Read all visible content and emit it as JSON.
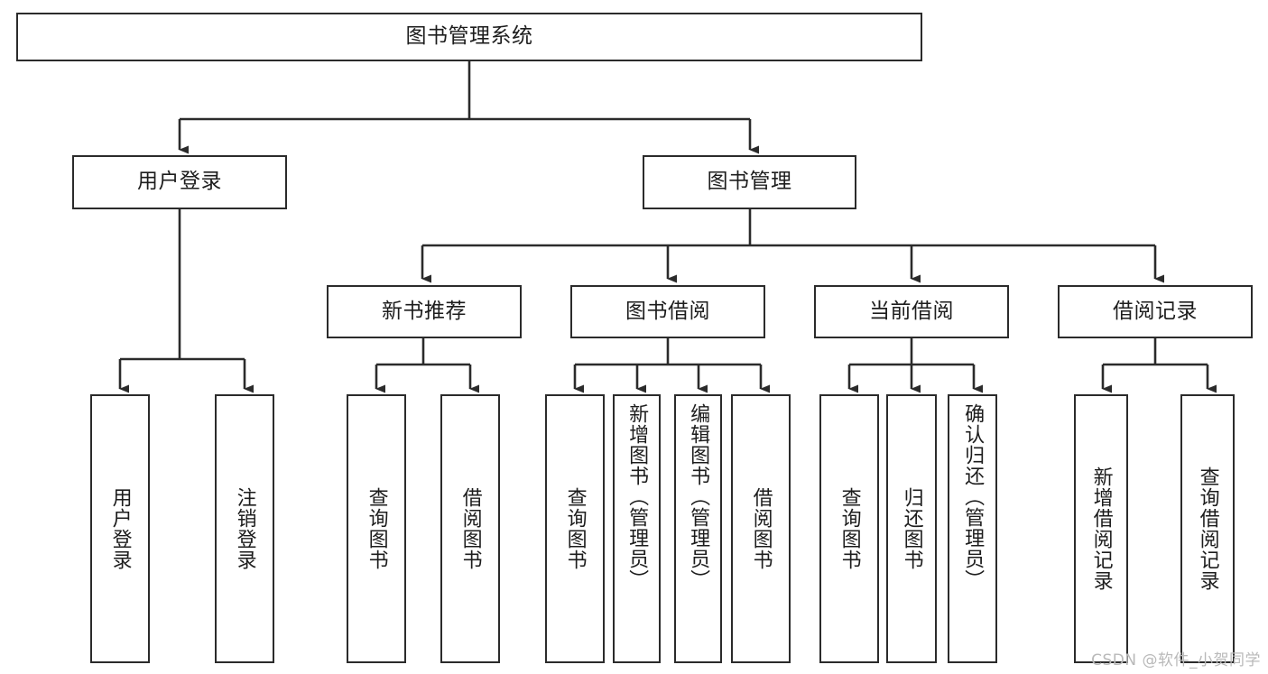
{
  "diagram": {
    "title": "图书管理系统",
    "type": "tree-hierarchy-chart",
    "background_color": "#ffffff",
    "node_border_color": "#2b2b2b",
    "node_fill_color": "#ffffff",
    "text_color": "#1d1d1d",
    "edge_color": "#2b2b2b"
  },
  "root": {
    "label": "图书管理系统"
  },
  "level1": [
    {
      "label": "用户登录"
    },
    {
      "label": "图书管理"
    }
  ],
  "level2": [
    {
      "label": "新书推荐"
    },
    {
      "label": "图书借阅"
    },
    {
      "label": "当前借阅"
    },
    {
      "label": "借阅记录"
    }
  ],
  "leaves": {
    "user_login": [
      {
        "label": "用户登录"
      },
      {
        "label": "注销登录"
      }
    ],
    "new_book_recommend": [
      {
        "label": "查询图书"
      },
      {
        "label": "借阅图书"
      }
    ],
    "book_borrow": [
      {
        "label": "查询图书"
      },
      {
        "label": "新增图书（管理员）"
      },
      {
        "label": "编辑图书（管理员）"
      },
      {
        "label": "借阅图书"
      }
    ],
    "current_borrow": [
      {
        "label": "查询图书"
      },
      {
        "label": "归还图书"
      },
      {
        "label": "确认归还（管理员）"
      }
    ],
    "borrow_record": [
      {
        "label": "新增借阅记录"
      },
      {
        "label": "查询借阅记录"
      }
    ]
  },
  "watermark": {
    "text": "CSDN @软件_小贺同学",
    "color": "#b9b9b9"
  }
}
